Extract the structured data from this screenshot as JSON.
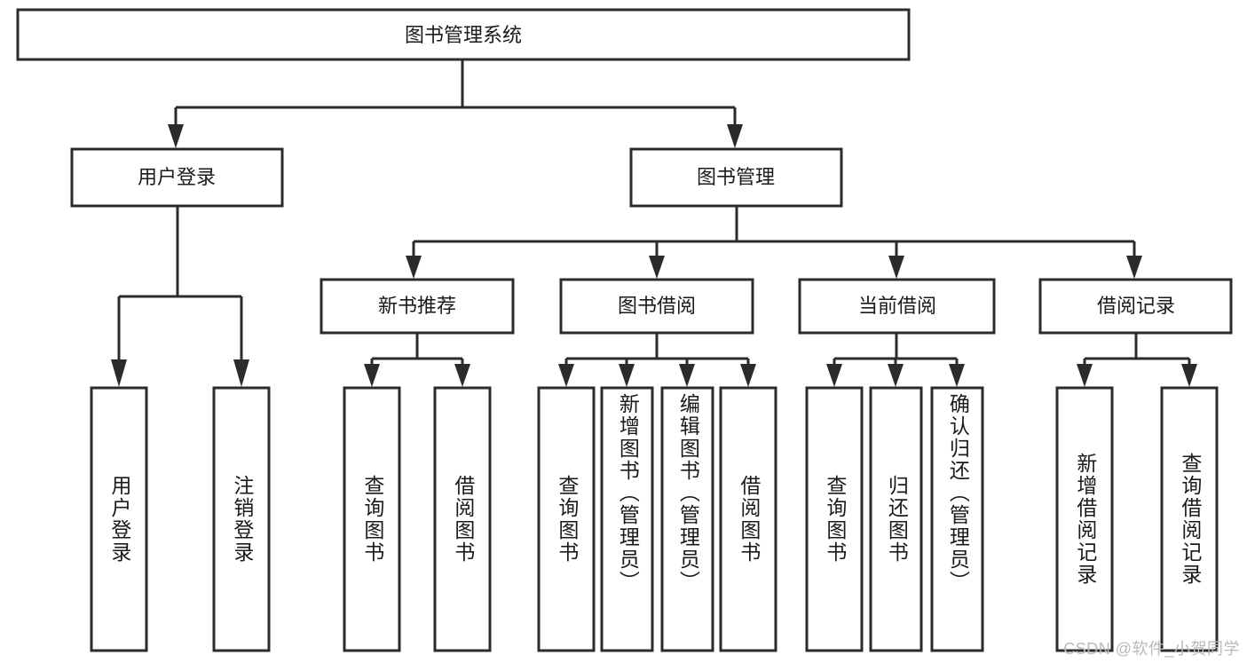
{
  "diagram": {
    "type": "tree",
    "title": "图书管理系统",
    "root": {
      "id": "root",
      "label": "图书管理系统",
      "orientation": "horizontal"
    },
    "level1": [
      {
        "id": "user-login",
        "label": "用户登录",
        "orientation": "horizontal"
      },
      {
        "id": "book-manage",
        "label": "图书管理",
        "orientation": "horizontal"
      }
    ],
    "level2": [
      {
        "id": "new-book-recommend",
        "label": "新书推荐",
        "orientation": "horizontal",
        "parent": "book-manage"
      },
      {
        "id": "book-borrow",
        "label": "图书借阅",
        "orientation": "horizontal",
        "parent": "book-manage"
      },
      {
        "id": "current-borrow",
        "label": "当前借阅",
        "orientation": "horizontal",
        "parent": "book-manage"
      },
      {
        "id": "borrow-record",
        "label": "借阅记录",
        "orientation": "horizontal",
        "parent": "book-manage"
      }
    ],
    "leaves": [
      {
        "id": "leaf-user-login",
        "label": "用户登录",
        "orientation": "vertical",
        "parent": "user-login"
      },
      {
        "id": "leaf-logout-login",
        "label": "注销登录",
        "orientation": "vertical",
        "parent": "user-login"
      },
      {
        "id": "leaf-query-book-1",
        "label": "查询图书",
        "orientation": "vertical",
        "parent": "new-book-recommend"
      },
      {
        "id": "leaf-borrow-book-1",
        "label": "借阅图书",
        "orientation": "vertical",
        "parent": "new-book-recommend"
      },
      {
        "id": "leaf-query-book-2",
        "label": "查询图书",
        "orientation": "vertical",
        "parent": "book-borrow"
      },
      {
        "id": "leaf-add-book-admin",
        "label": "新增图书（管理员）",
        "orientation": "vertical",
        "parent": "book-borrow"
      },
      {
        "id": "leaf-edit-book-admin",
        "label": "编辑图书（管理员）",
        "orientation": "vertical",
        "parent": "book-borrow"
      },
      {
        "id": "leaf-borrow-book-2",
        "label": "借阅图书",
        "orientation": "vertical",
        "parent": "book-borrow"
      },
      {
        "id": "leaf-query-book-3",
        "label": "查询图书",
        "orientation": "vertical",
        "parent": "current-borrow"
      },
      {
        "id": "leaf-return-book",
        "label": "归还图书",
        "orientation": "vertical",
        "parent": "current-borrow"
      },
      {
        "id": "leaf-confirm-return-admin",
        "label": "确认归还（管理员）",
        "orientation": "vertical",
        "parent": "current-borrow"
      },
      {
        "id": "leaf-add-borrow-record",
        "label": "新增借阅记录",
        "orientation": "vertical",
        "parent": "borrow-record"
      },
      {
        "id": "leaf-query-borrow-record",
        "label": "查询借阅记录",
        "orientation": "vertical",
        "parent": "borrow-record"
      }
    ],
    "colors": {
      "box_stroke": "#2b2b2b",
      "box_fill": "#ffffff",
      "connector": "#2b2b2b",
      "text": "#1a1a1a",
      "background": "#ffffff",
      "watermark": "#b9b9b9"
    }
  },
  "watermark": {
    "text": "CSDN @软件_小贺同学"
  }
}
